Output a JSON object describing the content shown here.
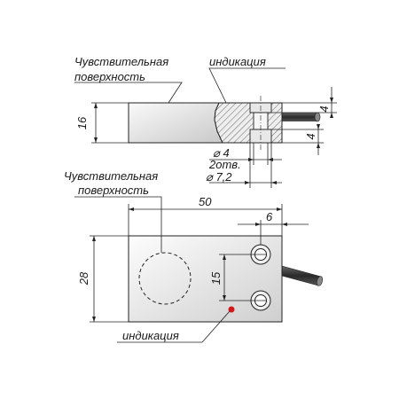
{
  "side_view": {
    "label_sensitive": "Чувствительная поверхность",
    "label_sensitive_line1": "Чувствительная",
    "label_sensitive_line2": "поверхность",
    "label_indication": "индикация",
    "dim_height": "16",
    "dim_top_hole": "4",
    "dim_bottom_hole": "4",
    "dim_hole_diameter": "⌀ 4",
    "dim_holes_count": "2отв.",
    "dim_counterbore": "⌀ 7,2"
  },
  "top_view": {
    "label_sensitive_line1": "Чувствительная",
    "label_sensitive_line2": "поверхность",
    "label_indication": "индикация",
    "dim_length": "50",
    "dim_hole_offset": "6",
    "dim_width": "28",
    "dim_hole_spacing": "15"
  },
  "colors": {
    "body_light": "#f4f4f4",
    "body_dark": "#c8c8c8",
    "indicator": "#d01818",
    "cable": "#3a3a3a"
  }
}
